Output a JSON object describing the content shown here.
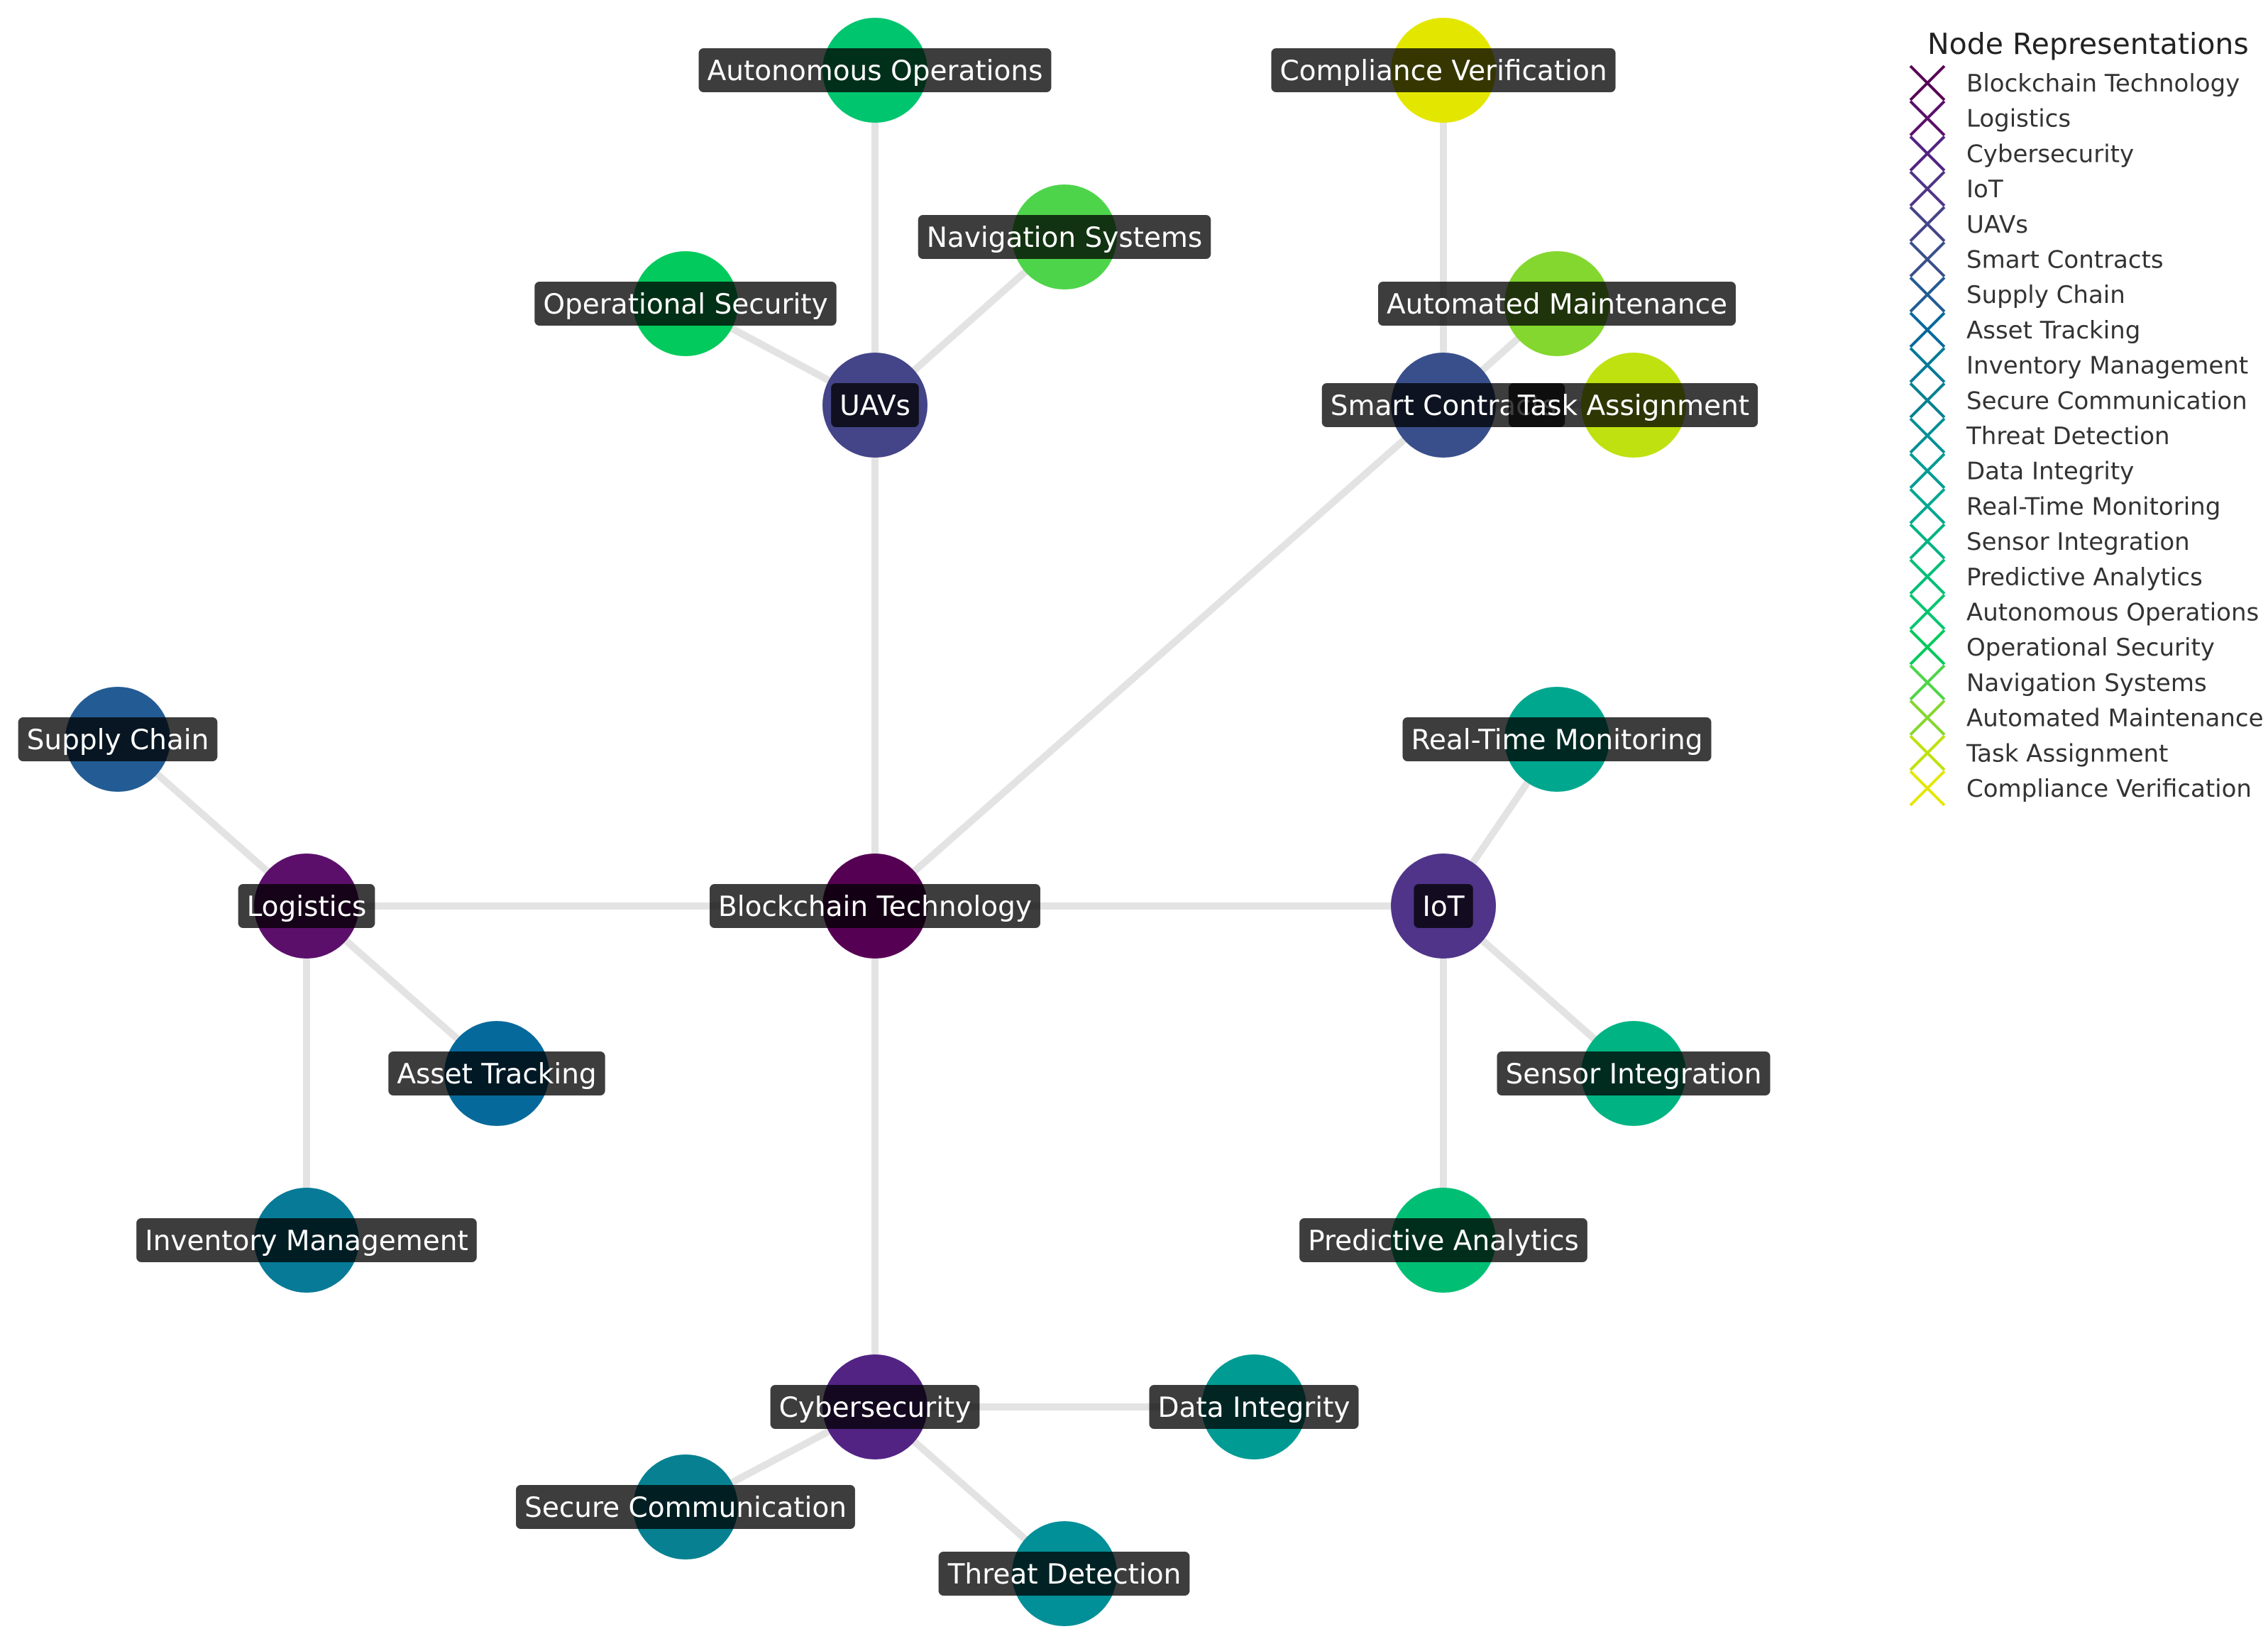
{
  "diagram": {
    "nodes": [
      {
        "id": "blockchain",
        "label": "Blockchain Technology",
        "color": "#560053"
      },
      {
        "id": "logistics",
        "label": "Logistics",
        "color": "#5b0f6b"
      },
      {
        "id": "cybersecurity",
        "label": "Cybersecurity",
        "color": "#522383"
      },
      {
        "id": "iot",
        "label": "IoT",
        "color": "#4f3489"
      },
      {
        "id": "uavs",
        "label": "UAVs",
        "color": "#444488"
      },
      {
        "id": "smart_contracts",
        "label": "Smart Contracts",
        "color": "#394f8b"
      },
      {
        "id": "supply_chain",
        "label": "Supply Chain",
        "color": "#235c94"
      },
      {
        "id": "asset_tracking",
        "label": "Asset Tracking",
        "color": "#05699b"
      },
      {
        "id": "inventory_management",
        "label": "Inventory Management",
        "color": "#067a97"
      },
      {
        "id": "secure_communication",
        "label": "Secure Communication",
        "color": "#078191"
      },
      {
        "id": "threat_detection",
        "label": "Threat Detection",
        "color": "#018f98"
      },
      {
        "id": "data_integrity",
        "label": "Data Integrity",
        "color": "#009b93"
      },
      {
        "id": "realtime_monitoring",
        "label": "Real-Time Monitoring",
        "color": "#00a78f"
      },
      {
        "id": "sensor_integration",
        "label": "Sensor Integration",
        "color": "#00b383"
      },
      {
        "id": "predictive_analytics",
        "label": "Predictive Analytics",
        "color": "#00bf75"
      },
      {
        "id": "autonomous_operations",
        "label": "Autonomous Operations",
        "color": "#00c56f"
      },
      {
        "id": "operational_security",
        "label": "Operational Security",
        "color": "#03ca5c"
      },
      {
        "id": "navigation_systems",
        "label": "Navigation Systems",
        "color": "#4ed44a"
      },
      {
        "id": "automated_maintenance",
        "label": "Automated Maintenance",
        "color": "#84d72e"
      },
      {
        "id": "task_assignment",
        "label": "Task Assignment",
        "color": "#bfe10f"
      },
      {
        "id": "compliance_verification",
        "label": "Compliance Verification",
        "color": "#e3e700"
      }
    ],
    "edges": [
      [
        "blockchain",
        "logistics"
      ],
      [
        "blockchain",
        "cybersecurity"
      ],
      [
        "blockchain",
        "iot"
      ],
      [
        "blockchain",
        "uavs"
      ],
      [
        "blockchain",
        "smart_contracts"
      ],
      [
        "logistics",
        "supply_chain"
      ],
      [
        "logistics",
        "asset_tracking"
      ],
      [
        "logistics",
        "inventory_management"
      ],
      [
        "cybersecurity",
        "secure_communication"
      ],
      [
        "cybersecurity",
        "threat_detection"
      ],
      [
        "cybersecurity",
        "data_integrity"
      ],
      [
        "iot",
        "realtime_monitoring"
      ],
      [
        "iot",
        "sensor_integration"
      ],
      [
        "iot",
        "predictive_analytics"
      ],
      [
        "uavs",
        "autonomous_operations"
      ],
      [
        "uavs",
        "operational_security"
      ],
      [
        "uavs",
        "navigation_systems"
      ],
      [
        "smart_contracts",
        "automated_maintenance"
      ],
      [
        "smart_contracts",
        "task_assignment"
      ],
      [
        "smart_contracts",
        "compliance_verification"
      ]
    ],
    "colors": {
      "edge": "#e3e3e3",
      "label_box": "#000000",
      "label_text": "#ffffff"
    }
  },
  "legend": {
    "title": "Node Representations",
    "marker": "x-marker",
    "items": [
      {
        "label": "Blockchain Technology",
        "color": "#560053"
      },
      {
        "label": "Logistics",
        "color": "#5b0f6b"
      },
      {
        "label": "Cybersecurity",
        "color": "#522383"
      },
      {
        "label": "IoT",
        "color": "#4f3489"
      },
      {
        "label": "UAVs",
        "color": "#444488"
      },
      {
        "label": "Smart Contracts",
        "color": "#394f8b"
      },
      {
        "label": "Supply Chain",
        "color": "#235c94"
      },
      {
        "label": "Asset Tracking",
        "color": "#05699b"
      },
      {
        "label": "Inventory Management",
        "color": "#067a97"
      },
      {
        "label": "Secure Communication",
        "color": "#078191"
      },
      {
        "label": "Threat Detection",
        "color": "#018f98"
      },
      {
        "label": "Data Integrity",
        "color": "#009b93"
      },
      {
        "label": "Real-Time Monitoring",
        "color": "#00a78f"
      },
      {
        "label": "Sensor Integration",
        "color": "#00b383"
      },
      {
        "label": "Predictive Analytics",
        "color": "#00bf75"
      },
      {
        "label": "Autonomous Operations",
        "color": "#00c56f"
      },
      {
        "label": "Operational Security",
        "color": "#03ca5c"
      },
      {
        "label": "Navigation Systems",
        "color": "#4ed44a"
      },
      {
        "label": "Automated Maintenance",
        "color": "#84d72e"
      },
      {
        "label": "Task Assignment",
        "color": "#bfe10f"
      },
      {
        "label": "Compliance Verification",
        "color": "#e3e700"
      }
    ]
  }
}
